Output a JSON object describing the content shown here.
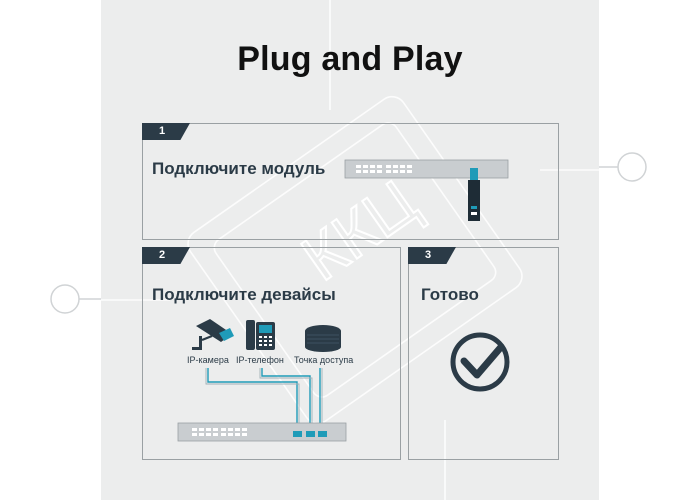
{
  "title": "Plug and Play",
  "watermark": {
    "text": "ККЦ",
    "color": "#cfd2d4"
  },
  "steps": [
    {
      "number": "1",
      "heading": "Подключите модуль"
    },
    {
      "number": "2",
      "heading": "Подключите девайсы"
    },
    {
      "number": "3",
      "heading": "Готово"
    }
  ],
  "devices": [
    {
      "label": "IP-камера",
      "icon": "ip-camera-icon"
    },
    {
      "label": "IP-телефон",
      "icon": "ip-phone-icon"
    },
    {
      "label": "Точка доступа",
      "icon": "access-point-icon"
    }
  ],
  "colors": {
    "dark": "#2b3b47",
    "accent": "#1f9bb8",
    "panel": "#eceded",
    "border": "#9aa0a3"
  }
}
